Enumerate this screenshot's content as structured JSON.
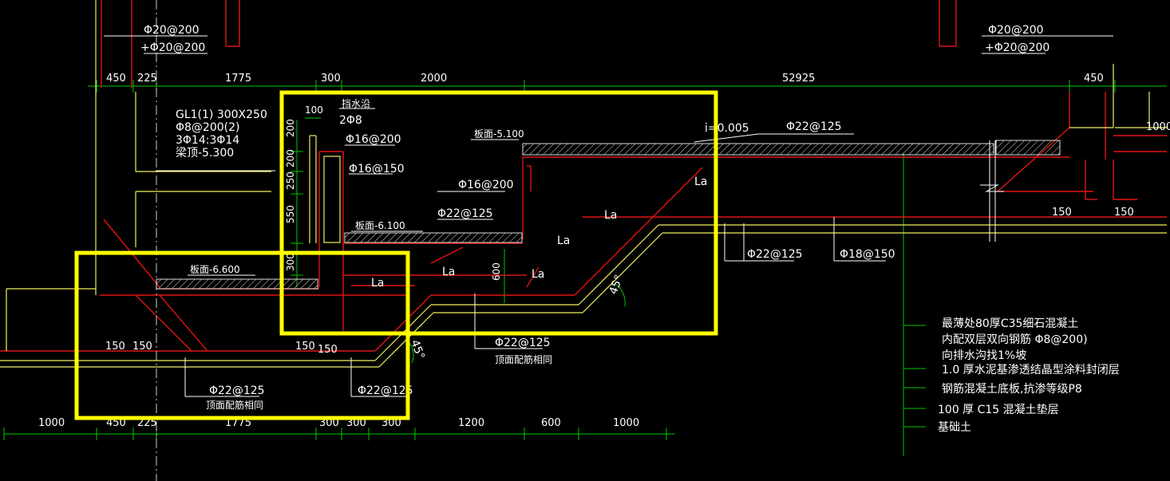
{
  "colors": {
    "background": "#000000",
    "concrete": "#e01414",
    "rebar": "#f0f060",
    "dimension": "#00c800",
    "text": "#ffffff",
    "highlight": "#ffff00",
    "cyan": "#00c8c8"
  },
  "dimensions_top": [
    "450",
    "225",
    "1775",
    "300",
    "2000",
    "52925",
    "450"
  ],
  "dimension_right_top": "1000",
  "dimensions_bottom": [
    "1000",
    "450",
    "225",
    "1775",
    "300",
    "300",
    "300",
    "1200",
    "600",
    "1000"
  ],
  "rebar_top_left": [
    "Φ20@200",
    "+Φ20@200"
  ],
  "rebar_top_right": [
    "Φ20@200",
    "+Φ20@200"
  ],
  "beam_note": [
    "GL1(1) 300X250",
    "Φ8@200(2)",
    "3Φ14:3Φ14",
    "梁顶-5.300"
  ],
  "dim_100": "100",
  "waterstop": [
    "挡水沿",
    "2Φ8"
  ],
  "vertical_dims": [
    "200",
    "200",
    "250",
    "550",
    "300"
  ],
  "rebar_labels": {
    "r16_200a": "Φ16@200",
    "r16_150": "Φ16@150",
    "r16_200b": "Φ16@200",
    "r22_125a": "Φ22@125",
    "r22_125top": "Φ22@125",
    "r22_125mid": "Φ22@125",
    "r18_150": "Φ18@150",
    "r22_125c": "Φ22@125",
    "r22_125left": "Φ22@125",
    "r22_125right": "Φ22@125"
  },
  "levels": {
    "lv51": "板面-5.100",
    "lv61": "板面-6.100",
    "lv66": "板面-6.600"
  },
  "slope": "i=0.005",
  "la": "La",
  "dim_600": "600",
  "angle_45a": "45°",
  "angle_45b": "45°",
  "same_top_note": "顶面配筋相同",
  "dims_150": [
    "150",
    "150",
    "150",
    "150",
    "150",
    "150"
  ],
  "layers_note": [
    "最薄处80厚C35细石混凝土",
    "内配双层双向钢筋 Φ8@200)",
    "向排水沟找1%坡",
    "1.0 厚水泥基渗透结晶型涂料封闭层",
    "钢筋混凝土底板,抗渗等级P8",
    "100 厚 C15  混凝土垫层",
    "基础土"
  ]
}
